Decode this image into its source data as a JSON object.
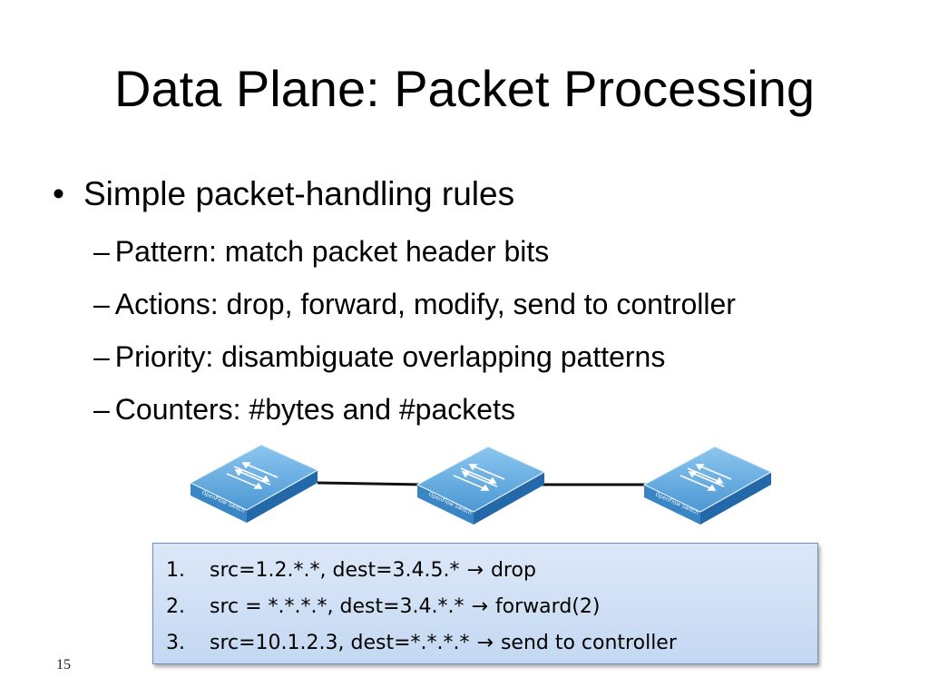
{
  "slide": {
    "title": "Data Plane: Packet Processing",
    "bullet": {
      "symbol": "•",
      "text": "Simple packet-handling rules"
    },
    "sub_bullets": [
      "Pattern: match packet header bits",
      "Actions: drop, forward, modify, send to controller",
      "Priority: disambiguate overlapping patterns",
      "Counters: #bytes and #packets"
    ],
    "dash": "–",
    "switch_label": "OpenFlow Switch",
    "rules": [
      {
        "num": "1.",
        "match": "src=1.2.*.*, dest=3.4.5.*",
        "arrow": "→",
        "action": "drop"
      },
      {
        "num": "2.",
        "match": "src = *.*.*.*, dest=3.4.*.*",
        "arrow": "→",
        "action": "forward(2)"
      },
      {
        "num": "3.",
        "match": "src=10.1.2.3, dest=*.*.*.*",
        "arrow": "→",
        "action": "send to controller"
      }
    ],
    "page_number": "15",
    "colors": {
      "switch_top": "#5aa6dc",
      "switch_side": "#2d78b7",
      "box_border": "#6c8ebf"
    }
  }
}
